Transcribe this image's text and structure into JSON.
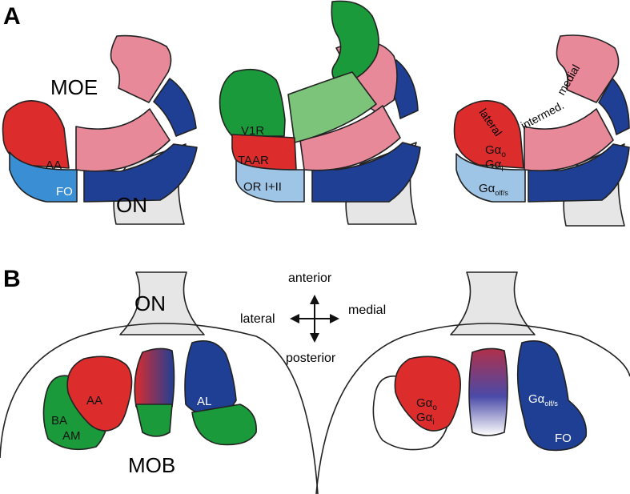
{
  "panels": {
    "a": "A",
    "b": "B"
  },
  "colors": {
    "red": "#dc2c2c",
    "pink": "#e8899a",
    "navy": "#1f3f95",
    "blue": "#3a8fd4",
    "lightblue": "#9fc5e6",
    "green": "#1a9a3a",
    "lightgreen": "#7cc47a",
    "grey": "#e6e6e6"
  },
  "panelA": {
    "left": {
      "moe": "MOE",
      "aa": "AA",
      "fo": "FO",
      "on": "ON"
    },
    "middle": {
      "v1r": "V1R",
      "taar": "TAAR",
      "or": "OR I+II"
    },
    "right": {
      "lateral": "lateral",
      "intermed": "intermed.",
      "medial": "medial",
      "g_o": "o",
      "g_i": "i",
      "g_olfs": "olf/s",
      "galpha": "Gα"
    }
  },
  "panelB": {
    "compass": {
      "anterior": "anterior",
      "posterior": "posterior",
      "lateral": "lateral",
      "medial": "medial"
    },
    "left": {
      "on": "ON",
      "aa": "AA",
      "al": "AL",
      "ba": "BA",
      "am": "AM",
      "mob": "MOB"
    },
    "right": {
      "g_o": "o",
      "g_i": "i",
      "g_olfs": "olf/s",
      "fo": "FO",
      "galpha": "Gα"
    }
  }
}
